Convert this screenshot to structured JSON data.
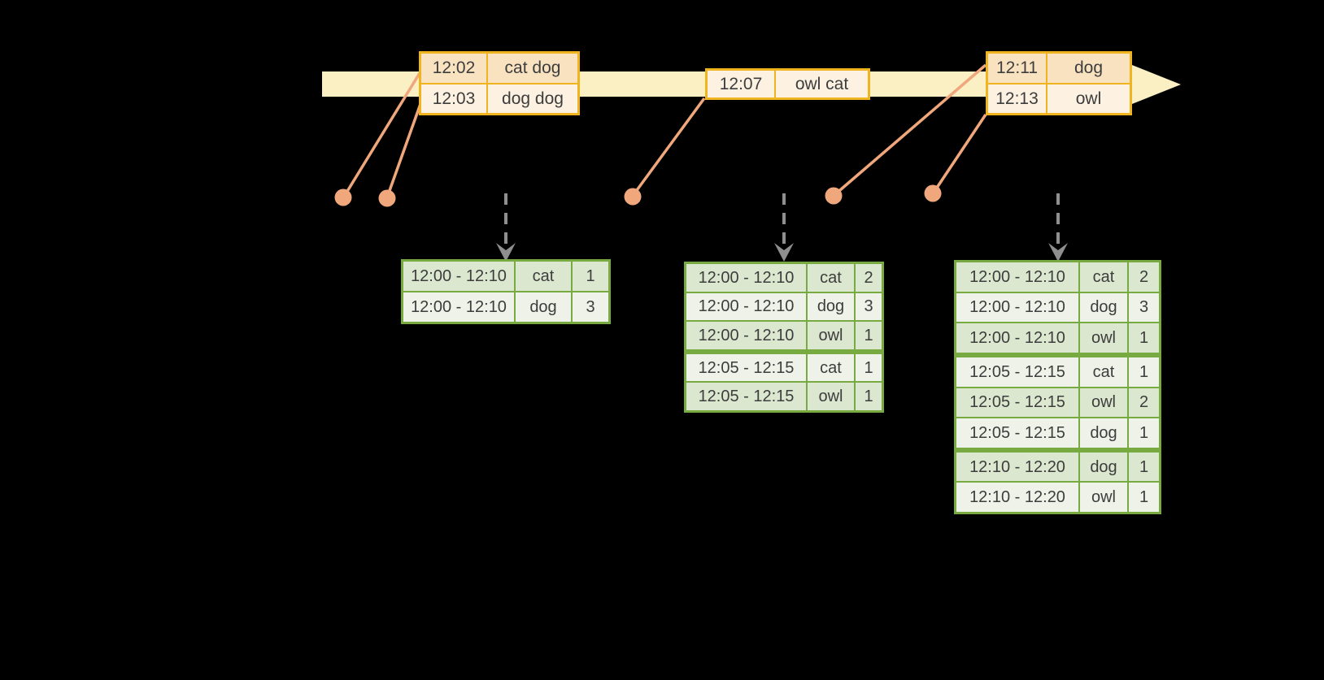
{
  "colors": {
    "background": "#000000",
    "timeline": "#fbf0c4",
    "gold_border": "#f0b41e",
    "event_row_dark": "#f9e2c0",
    "event_row_light": "#fdf2e1",
    "salmon": "#f0a77c",
    "grey_arrow": "#8f8f8f",
    "green_border": "#77aa41",
    "result_row_dark": "#dce7cf",
    "result_row_light": "#eef2e8",
    "text": "#3d3d3d"
  },
  "event_tables": [
    {
      "rows": [
        {
          "time": "12:02",
          "words": "cat dog",
          "shade": "dark"
        },
        {
          "time": "12:03",
          "words": "dog dog",
          "shade": "light"
        }
      ]
    },
    {
      "rows": [
        {
          "time": "12:07",
          "words": "owl cat",
          "shade": "light"
        }
      ]
    },
    {
      "rows": [
        {
          "time": "12:11",
          "words": "dog",
          "shade": "dark"
        },
        {
          "time": "12:13",
          "words": "owl",
          "shade": "light"
        }
      ]
    }
  ],
  "result_tables": [
    {
      "rows": [
        {
          "window": "12:00 - 12:10",
          "word": "cat",
          "count": "1",
          "shade": "dark"
        },
        {
          "window": "12:00 - 12:10",
          "word": "dog",
          "count": "3",
          "shade": "light"
        }
      ]
    },
    {
      "rows": [
        {
          "window": "12:00 - 12:10",
          "word": "cat",
          "count": "2",
          "shade": "dark"
        },
        {
          "window": "12:00 - 12:10",
          "word": "dog",
          "count": "3",
          "shade": "light"
        },
        {
          "window": "12:00 - 12:10",
          "word": "owl",
          "count": "1",
          "shade": "dark"
        },
        {
          "window": "12:05 - 12:15",
          "word": "cat",
          "count": "1",
          "shade": "light",
          "new_group": true
        },
        {
          "window": "12:05 - 12:15",
          "word": "owl",
          "count": "1",
          "shade": "dark"
        }
      ]
    },
    {
      "rows": [
        {
          "window": "12:00 - 12:10",
          "word": "cat",
          "count": "2",
          "shade": "dark"
        },
        {
          "window": "12:00 - 12:10",
          "word": "dog",
          "count": "3",
          "shade": "light"
        },
        {
          "window": "12:00 - 12:10",
          "word": "owl",
          "count": "1",
          "shade": "dark"
        },
        {
          "window": "12:05 - 12:15",
          "word": "cat",
          "count": "1",
          "shade": "light",
          "new_group": true
        },
        {
          "window": "12:05 - 12:15",
          "word": "owl",
          "count": "2",
          "shade": "dark"
        },
        {
          "window": "12:05 - 12:15",
          "word": "dog",
          "count": "1",
          "shade": "light"
        },
        {
          "window": "12:10 - 12:20",
          "word": "dog",
          "count": "1",
          "shade": "dark",
          "new_group": true
        },
        {
          "window": "12:10 - 12:20",
          "word": "owl",
          "count": "1",
          "shade": "light"
        }
      ]
    }
  ]
}
